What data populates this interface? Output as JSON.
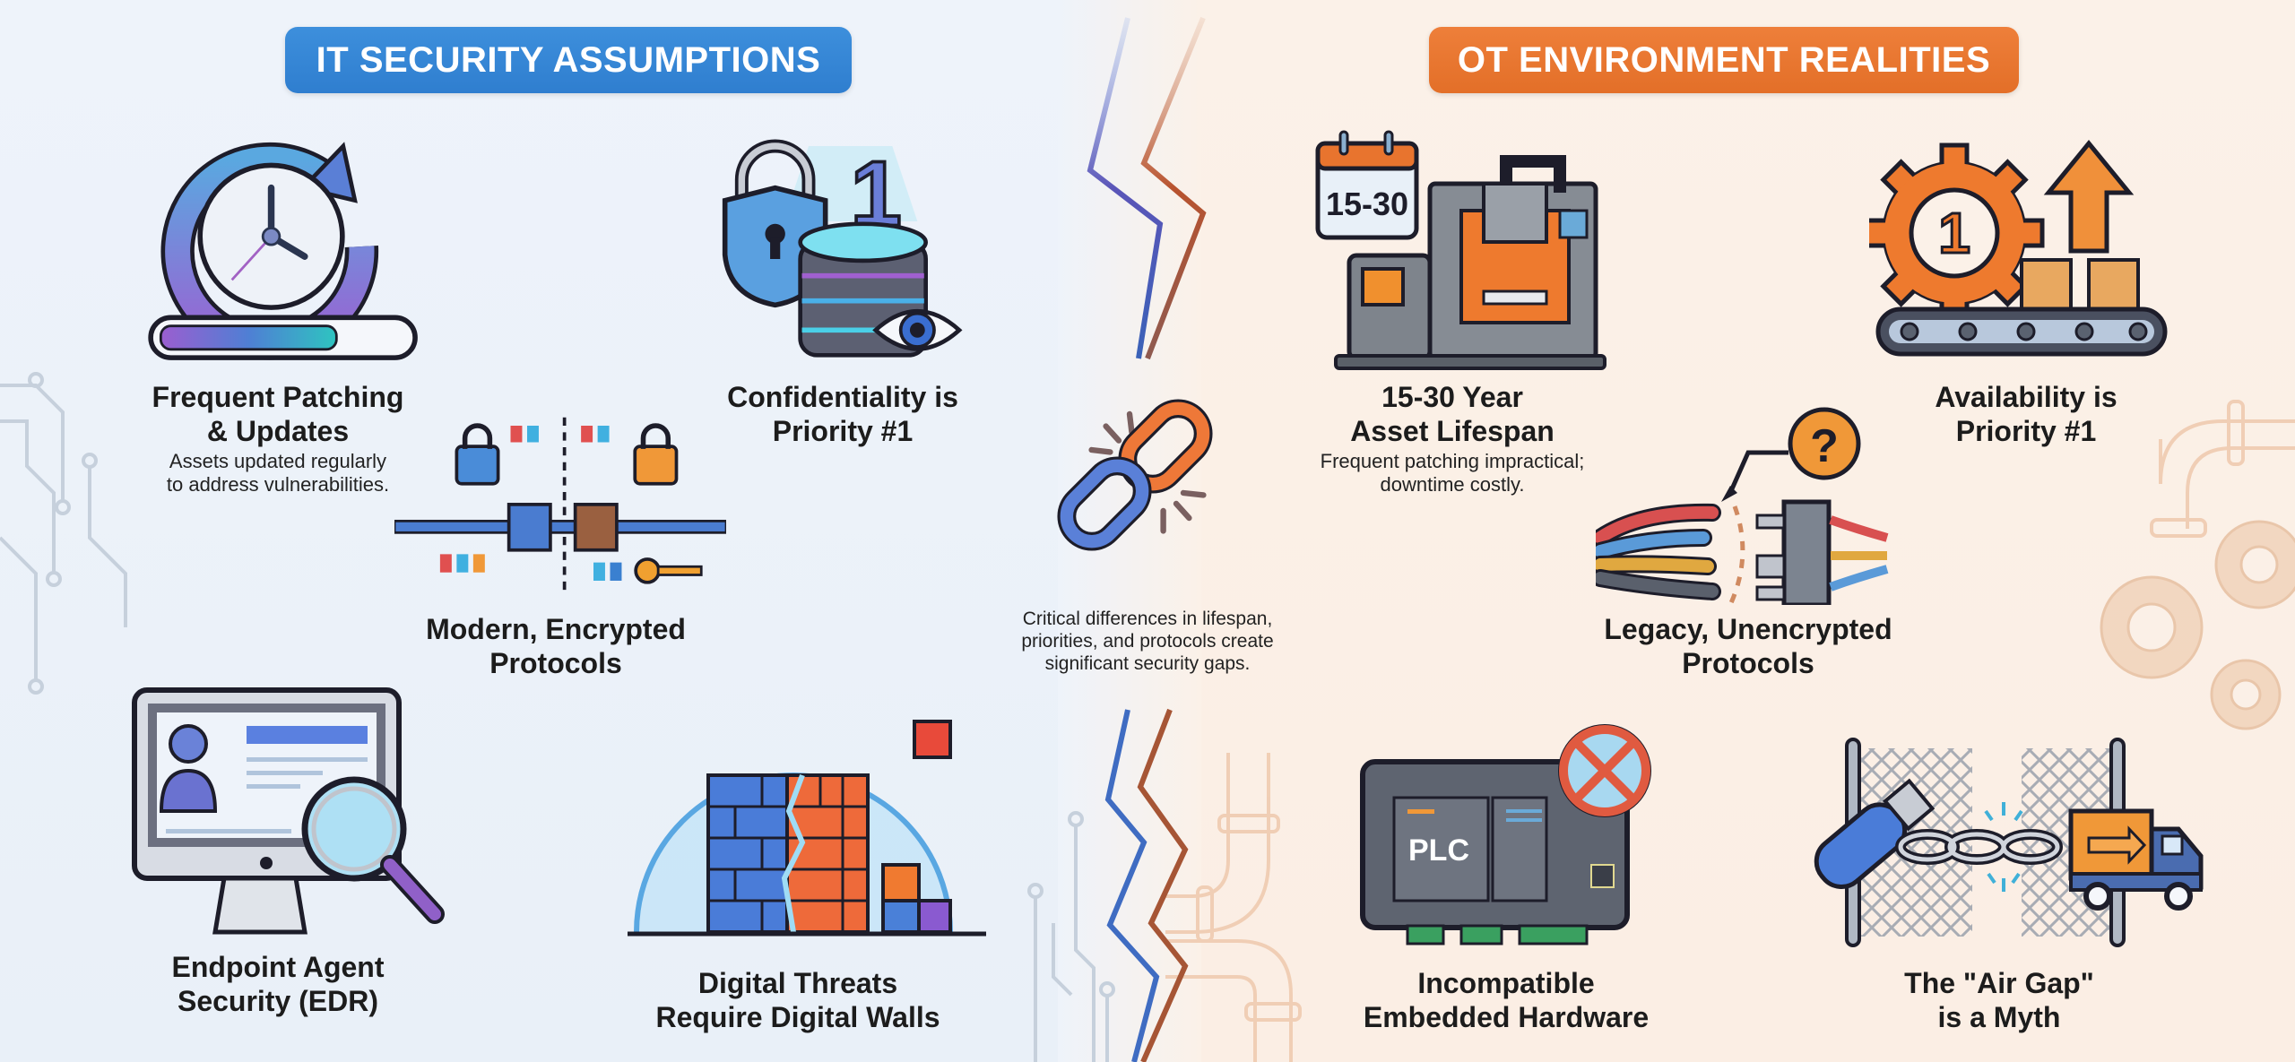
{
  "left_panel": {
    "banner": "IT SECURITY ASSUMPTIONS",
    "accent_color": "#3a8ad8",
    "items": [
      {
        "title_line1": "Frequent Patching",
        "title_line2": "& Updates",
        "desc_line1": "Assets updated regularly",
        "desc_line2": "to address vulnerabilities.",
        "icon": "clock-refresh-progress-icon"
      },
      {
        "title_line1": "Confidentiality is",
        "title_line2": "Priority #1",
        "icon": "lock-shield-database-eye-icon",
        "badge": "1"
      },
      {
        "title_line1": "Modern, Encrypted",
        "title_line2": "Protocols",
        "icon": "encrypted-connector-icon"
      },
      {
        "title_line1": "Endpoint Agent",
        "title_line2": "Security (EDR)",
        "icon": "monitor-magnifier-icon"
      },
      {
        "title_line1": "Digital Threats",
        "title_line2": "Require Digital Walls",
        "icon": "firewall-bubble-icon"
      }
    ]
  },
  "right_panel": {
    "banner": "OT ENVIRONMENT REALITIES",
    "accent_color": "#e8742e",
    "items": [
      {
        "title_line1": "15-30 Year",
        "title_line2": "Asset Lifespan",
        "desc_line1": "Frequent patching impractical;",
        "desc_line2": "downtime costly.",
        "icon": "calendar-cnc-machine-icon",
        "calendar_label": "15-30"
      },
      {
        "title_line1": "Availability is",
        "title_line2": "Priority #1",
        "icon": "gear-conveyor-arrow-icon",
        "badge": "1"
      },
      {
        "title_line1": "Legacy, Unencrypted",
        "title_line2": "Protocols",
        "icon": "frayed-wires-connector-icon",
        "badge": "?"
      },
      {
        "title_line1": "Incompatible",
        "title_line2": "Embedded Hardware",
        "icon": "plc-blocked-icon",
        "device_label": "PLC"
      },
      {
        "title_line1": "The \"Air Gap\"",
        "title_line2": "is a Myth",
        "icon": "usb-chain-truck-fence-icon"
      }
    ]
  },
  "center": {
    "icon": "broken-chain-icon",
    "desc_line1": "Critical differences in lifespan,",
    "desc_line2": "priorities, and protocols create",
    "desc_line3": "significant security gaps."
  }
}
